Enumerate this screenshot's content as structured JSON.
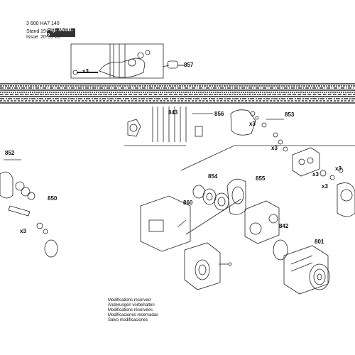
{
  "header": {
    "doc_number": "3 600 HA7 140",
    "stand_label": "Stand",
    "stand_value": "19-05",
    "issue_label": "Issue",
    "issue_value": "20-05-26",
    "figure_label": "Fig. /Abb. 2"
  },
  "callouts": [
    "857",
    "843",
    "856",
    "853",
    "852",
    "854",
    "855",
    "850",
    "860",
    "842",
    "801"
  ],
  "quantities": [
    "x3",
    "x3",
    "x3",
    "x3",
    "x3",
    "x3",
    "x3"
  ],
  "modifications": [
    "Modifications reserved",
    "Änderungen vorbehalten",
    "Modifications réservées",
    "Modificaciones reservadas",
    "Salvo modificaciones"
  ]
}
